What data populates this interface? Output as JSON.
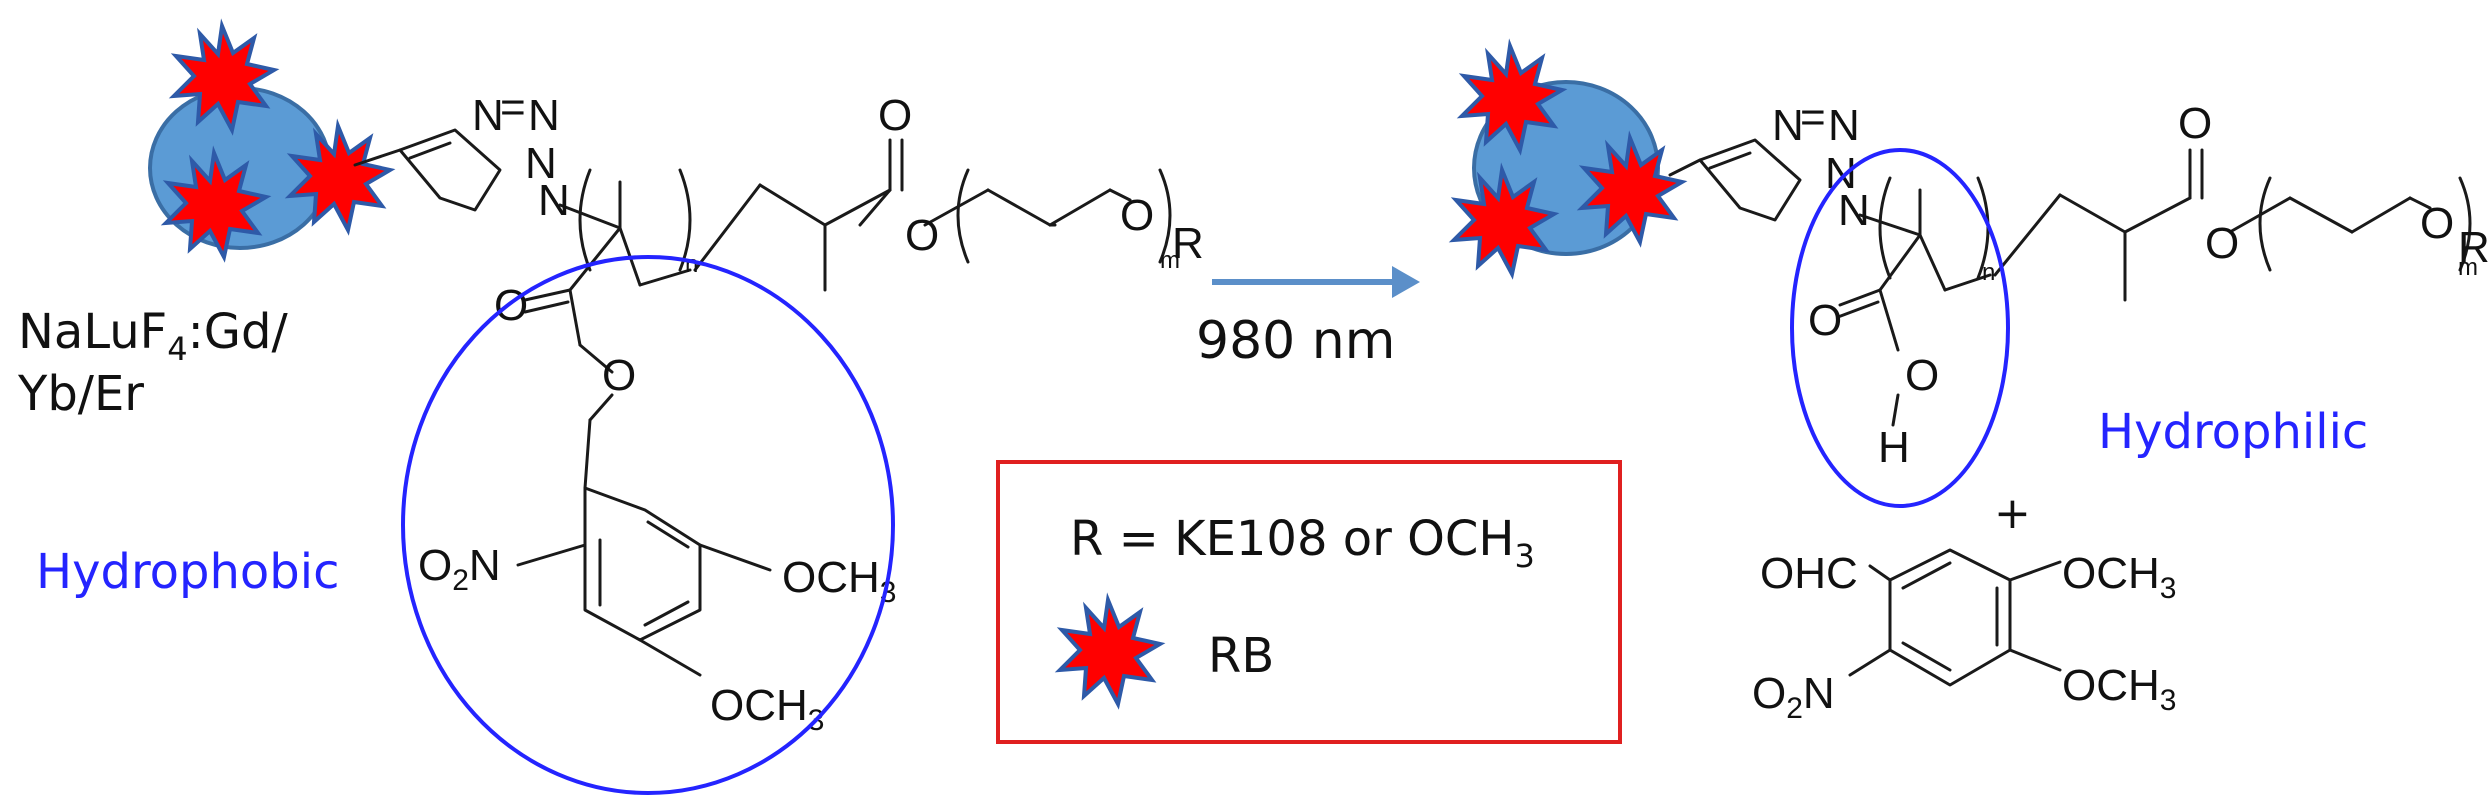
{
  "colors": {
    "nanoparticle": "#5b9bd5",
    "nanoparticle_edge": "#3a6ea5",
    "star_fill": "#ff0000",
    "star_edge": "#2e5aa8",
    "highlight_circle": "#2424ff",
    "legend_border": "#e02020",
    "arrow": "#5b8fc9",
    "label_blue": "#2424ff"
  },
  "left": {
    "np_label_line1_a": "NaLuF",
    "np_label_line1_sub": "4",
    "np_label_line1_b": ":Gd/",
    "np_label_line2": "Yb/Er",
    "hydrophobic_label": "Hydrophobic",
    "atoms": {
      "triazole_n1": "N",
      "triazole_eq": "=",
      "triazole_n2": "N",
      "triazole_n3": "N",
      "backbone_carbonyl_o": "O",
      "ester_o": "O",
      "peg_o": "O",
      "peg_m": "m",
      "peg_r": "R",
      "side_carbonyl_o": "O",
      "side_ester_o": "O",
      "repeat_n": "n",
      "nitro": "O",
      "nitro_sub": "2",
      "nitro_n": "N",
      "ome1": "OCH",
      "ome1_sub": "3",
      "ome2": "OCH",
      "ome2_sub": "3"
    }
  },
  "arrow_label": "980 nm",
  "legend": {
    "r_definition_a": "R = KE108 or OCH",
    "r_definition_sub": "3",
    "star_label": "RB"
  },
  "right": {
    "hydrophilic_label": "Hydrophilic",
    "plus": "+",
    "atoms": {
      "triazole_n1": "N",
      "triazole_eq": "=",
      "triazole_n2": "N",
      "triazole_n3": "N",
      "backbone_carbonyl_o": "O",
      "ester_o": "O",
      "peg_o": "O",
      "peg_m": "m",
      "peg_r": "R",
      "acid_carbonyl_o": "O",
      "acid_o": "O",
      "acid_h": "H",
      "repeat_n": "n"
    },
    "byproduct": {
      "aldehyde": "OHC",
      "ome1": "OCH",
      "ome1_sub": "3",
      "ome2": "OCH",
      "ome2_sub": "3",
      "nitro": "O",
      "nitro_sub": "2",
      "nitro_n": "N"
    }
  }
}
